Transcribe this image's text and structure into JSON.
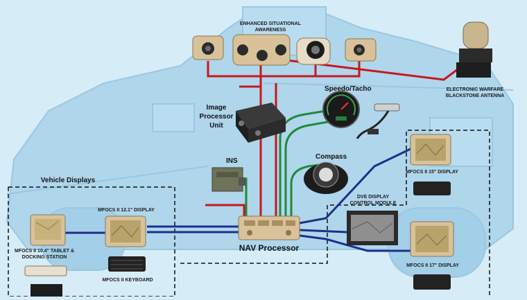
{
  "labels": {
    "enhanced_line1": "ENHANCED SITUATIONAL",
    "enhanced_line2": "AWARENESS",
    "ew_line1": "ELECTRONIC WARFARE",
    "ew_line2": "BLACKSTONE ANTENNA",
    "speedo": "Speedo/Tacho",
    "image_line1": "Image",
    "image_line2": "Processor",
    "image_line3": "Unit",
    "ins": "INS",
    "compass": "Compass",
    "vehicle_displays": "Vehicle Displays",
    "mfocs_15": "MFOCS II 15\" DISPLAY",
    "dve_line1": "DVE DISPLAY",
    "dve_line2": "CONTROL MODULE",
    "mfocs_12": "MFOCS II 12.1\" DISPLAY",
    "mfocs_10_line1": "MFOCS II 10.4\" TABLET &",
    "mfocs_10_line2": "DOCKING STATION",
    "nav_processor": "NAV Processor",
    "mfocs_keyboard": "MFOCS II KEYBOARD",
    "mfocs_17": "MFOCS II 17\" DISPLAY"
  },
  "colors": {
    "background": "#d6ecf7",
    "vehicle": "#a9d3ea",
    "red_link": "#c8171c",
    "green_link": "#1f8a3a",
    "blue_link": "#1d2f8c",
    "tan_device": "#d9c29a",
    "dark_device": "#2b2b2b"
  }
}
